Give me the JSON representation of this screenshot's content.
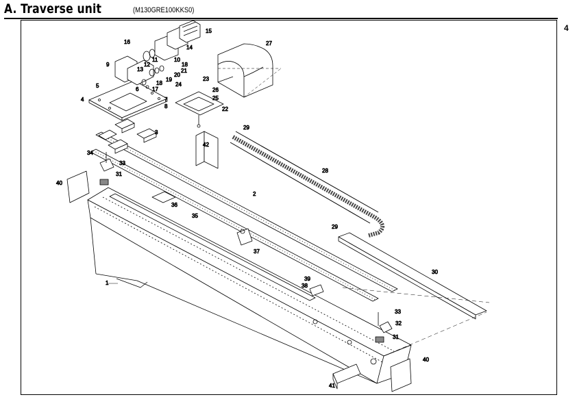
{
  "header": {
    "title": "A. Traverse unit",
    "model": "(M130GRE100KKS0)",
    "page_number": "4"
  },
  "part_labels": {
    "p1": "1",
    "p2": "2",
    "p3": "3",
    "p4": "4",
    "p5": "5",
    "p6": "6",
    "p7": "7",
    "p8": "8",
    "p9": "9",
    "p10": "10",
    "p11": "11",
    "p12": "12",
    "p13": "13",
    "p14": "14",
    "p15": "15",
    "p16": "16",
    "p17": "17",
    "p18a": "18",
    "p18b": "18",
    "p19": "19",
    "p20": "20",
    "p21": "21",
    "p22": "22",
    "p23": "23",
    "p24": "24",
    "p25": "25",
    "p26": "26",
    "p27": "27",
    "p28": "28",
    "p29a": "29",
    "p29b": "29",
    "p30": "30",
    "p31a": "31",
    "p31b": "31",
    "p32": "32",
    "p33a": "33",
    "p33b": "33",
    "p34": "34",
    "p35": "35",
    "p36": "36",
    "p37": "37",
    "p38": "38",
    "p39": "39",
    "p40a": "40",
    "p40b": "40",
    "p41": "41",
    "p42": "42"
  }
}
